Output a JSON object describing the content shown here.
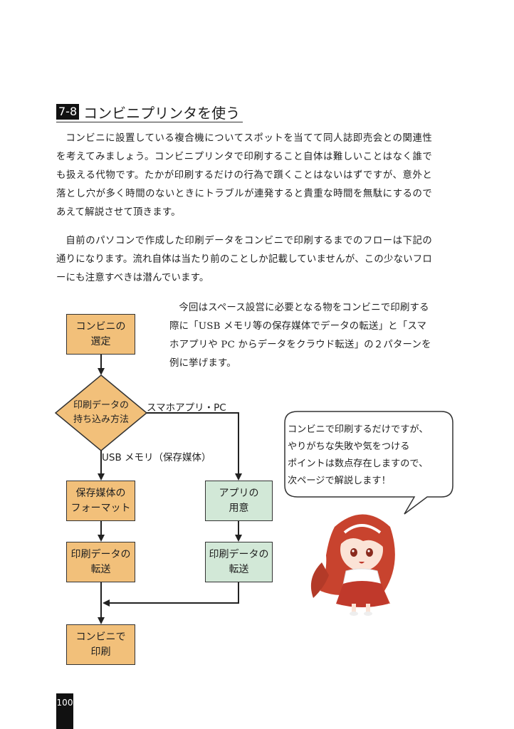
{
  "heading": {
    "number": "7-8",
    "title": "コンビニプリンタを使う"
  },
  "paragraphs": {
    "p1": "コンビニに設置している複合機についてスポットを当てて同人誌即売会との関連性を考えてみましょう。コンビニプリンタで印刷すること自体は難しいことはなく誰でも扱える代物です。たかが印刷するだけの行為で躓くことはないはずですが、意外と落とし穴が多く時間のないときにトラブルが連発すると貴重な時間を無駄にするのであえて解説させて頂きます。",
    "p2": "自前のパソコンで作成した印刷データをコンビニで印刷するまでのフローは下記の通りになります。流れ自体は当たり前のことしか記載していませんが、この少ないフローにも注意すべきは潜んでいます。",
    "p3": "今回はスペース設営に必要となる物をコンビニで印刷する際に「USB メモリ等の保存媒体でデータの転送」と「スマホアプリや PC からデータをクラウド転送」の２パターンを例に挙げます。"
  },
  "flowchart": {
    "select": "コンビニの\n選定",
    "decision": "印刷データの\n持ち込み方法",
    "branch_right": "スマホアプリ・PC",
    "branch_down": "USB メモリ（保存媒体）",
    "format": "保存媒体の\nフォーマット",
    "app": "アプリの\n用意",
    "transfer_left": "印刷データの\n転送",
    "transfer_right": "印刷データの\n転送",
    "print": "コンビニで\n印刷"
  },
  "speech_bubble": "コンビニで印刷するだけですが、\nやりがちな失敗や気をつける\nポイントは数点存在しますので、\n次ページで解説します！",
  "page_number": "100",
  "colors": {
    "process_orange": "#f2c07a",
    "process_green": "#d2e8d7",
    "character_hair": "#c8432e",
    "character_dress": "#c0392b"
  }
}
